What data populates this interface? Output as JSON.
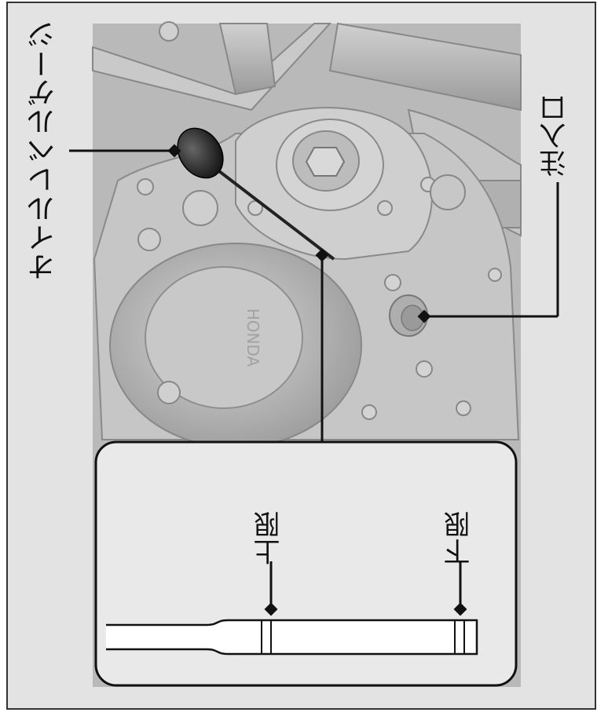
{
  "labels": {
    "dipstick": "オイルレベルゲージ",
    "filler": "注入口",
    "upper": "上限",
    "lower": "下限"
  },
  "logo_text": "HONDA",
  "colors": {
    "frame_bg": "#e3e3e3",
    "photo_bg": "#b9b9b9",
    "line": "#111111",
    "callout_bg": "#e9e9e9"
  }
}
